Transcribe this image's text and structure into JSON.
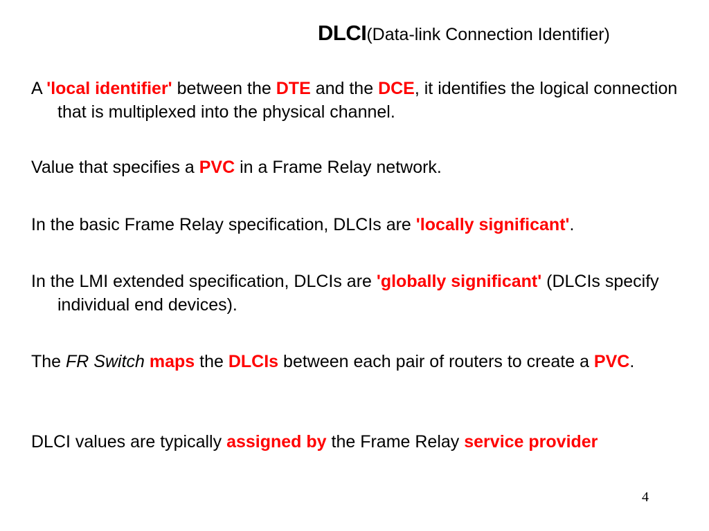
{
  "title": {
    "main": "DLCI",
    "sub": "(Data-link Connection Identifier)"
  },
  "paragraphs": [
    {
      "segments": [
        {
          "text": "A "
        },
        {
          "text": "'local identifier'",
          "red": true
        },
        {
          "text": " between the "
        },
        {
          "text": "DTE",
          "red": true
        },
        {
          "text": " and the "
        },
        {
          "text": "DCE",
          "red": true
        },
        {
          "text": ", it identifies the logical connection that is multiplexed into the physical channel."
        }
      ]
    },
    {
      "segments": [
        {
          "text": "Value that specifies a "
        },
        {
          "text": "PVC",
          "red": true
        },
        {
          "text": " in a Frame Relay network."
        }
      ]
    },
    {
      "segments": [
        {
          "text": "In the basic Frame Relay specification, DLCIs are "
        },
        {
          "text": "'locally significant'",
          "red": true
        },
        {
          "text": "."
        }
      ]
    },
    {
      "segments": [
        {
          "text": "In the LMI extended specification, DLCIs are "
        },
        {
          "text": "'globally significant'",
          "red": true
        },
        {
          "text": " (DLCIs specify individual end devices)."
        }
      ]
    },
    {
      "segments": [
        {
          "text": "The "
        },
        {
          "text": "FR Switch",
          "italic": true
        },
        {
          "text": " "
        },
        {
          "text": "maps",
          "red": true
        },
        {
          "text": " the "
        },
        {
          "text": "DLCIs",
          "red": true
        },
        {
          "text": " between each pair of routers to create a "
        },
        {
          "text": "PVC",
          "red": true
        },
        {
          "text": "."
        }
      ]
    },
    {
      "segments": [
        {
          "text": "DLCI values are typically "
        },
        {
          "text": "assigned by",
          "red": true
        },
        {
          "text": " the Frame Relay "
        },
        {
          "text": "service provider",
          "red": true
        }
      ]
    }
  ],
  "page_number": "4",
  "colors": {
    "highlight": "#ff0000",
    "text": "#000000",
    "background": "#ffffff"
  }
}
